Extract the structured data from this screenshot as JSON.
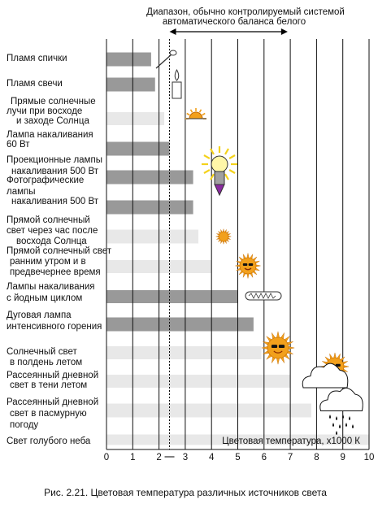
{
  "chart_data": {
    "type": "bar",
    "orientation": "horizontal",
    "range_annotation": {
      "line1": "Диапазон, обычно контролируемый системой",
      "line2": "автоматического баланса белого",
      "from": 2.4,
      "to": 6.9
    },
    "categories": [
      [
        "Пламя спички"
      ],
      [
        "Пламя свечи"
      ],
      [
        "Прямые солнечные",
        "лучи при восходе",
        "и заходе Солнца"
      ],
      [
        "Лампа накаливания",
        "60 Вт"
      ],
      [
        "Проекционные лампы",
        "накаливания 500 Вт"
      ],
      [
        "Фотографические",
        "лампы",
        "накаливания 500 Вт"
      ],
      [
        "Прямой солнечный",
        "свет через час после",
        "восхода Солнца"
      ],
      [
        "Прямой солнечный свет",
        "ранним утром и в",
        "предвечернее время"
      ],
      [
        "Лампы накаливания",
        "с йодным циклом"
      ],
      [
        "Дуговая лампа",
        "интенсивного горения"
      ],
      [
        "Солнечный свет",
        "в полдень летом"
      ],
      [
        "Рассеянный дневной",
        "свет в тени летом"
      ],
      [
        "Рассеянный дневной",
        "свет в пасмурную",
        "погоду"
      ],
      [
        "Свет голубого неба"
      ]
    ],
    "values": [
      1.7,
      1.85,
      2.2,
      2.4,
      3.3,
      3.3,
      3.5,
      4.0,
      5.0,
      5.6,
      5.9,
      7.0,
      7.8,
      10
    ],
    "bar_shades": [
      "dark",
      "dark",
      "light",
      "dark",
      "dark",
      "dark",
      "light",
      "light",
      "dark",
      "dark",
      "light",
      "light",
      "light",
      "light"
    ],
    "xlim": [
      0,
      10
    ],
    "xticks": [
      "0",
      "1",
      "2",
      "3",
      "4",
      "5",
      "6",
      "7",
      "8",
      "9",
      "10"
    ],
    "xlabel": "Цветовая температура, x1000 К",
    "grid": true
  },
  "caption": "Рис. 2.21. Цветовая температура различных источников света",
  "colors": {
    "dark_bar": "#999999",
    "light_bar": "#e8e8e8",
    "sun": "#f2a01c",
    "grid": "#111111"
  },
  "icons": [
    "match-icon",
    "candle-icon",
    "sunset-icon",
    "light-bulb-icon",
    "small-sun-icon",
    "sun-face-icon",
    "halogen-tube-icon",
    "big-sun-icon",
    "cloud-sun-icon",
    "rain-cloud-icon"
  ]
}
